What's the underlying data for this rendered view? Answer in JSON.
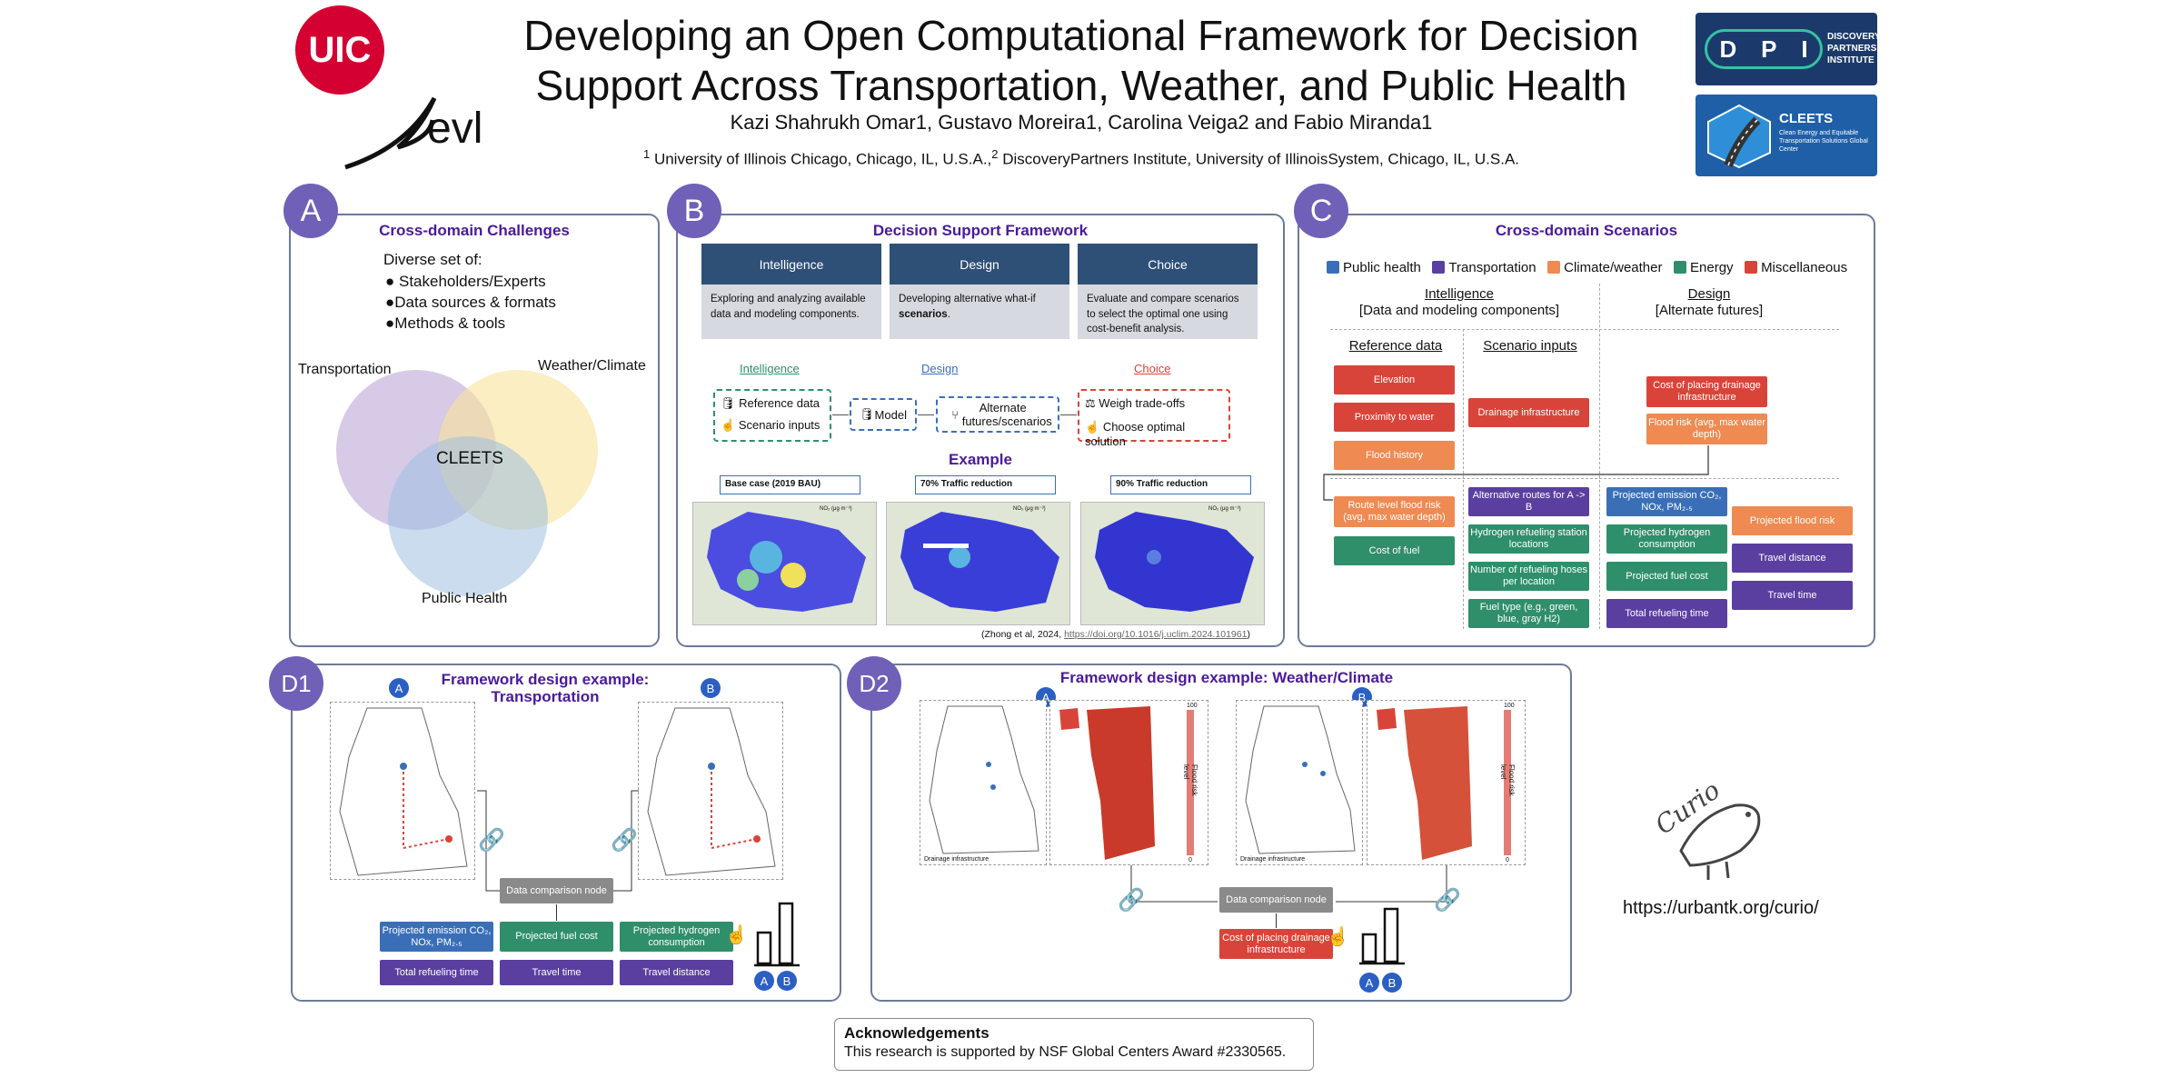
{
  "header": {
    "title_line1": "Developing an Open Computational Framework for Decision",
    "title_line2": "Support Across Transportation, Weather, and Public Health",
    "authors": "Kazi Shahrukh Omar1, Gustavo Moreira1, Carolina Veiga2 and Fabio Miranda1",
    "aff_sup1": "1",
    "aff1": "University of Illinois Chicago, Chicago, IL, U.S.A.,",
    "aff_sup2": "2",
    "aff2": "DiscoveryPartners Institute, University of IllinoisSystem, Chicago, IL, U.S.A."
  },
  "logos": {
    "uic": "UIC",
    "evl": "evl",
    "dpi_d": "D",
    "dpi_p": "P",
    "dpi_i": "I",
    "dpi_text": "DISCOVERY\nPARTNERS\nINSTITUTE",
    "cleets_title": "CLEETS",
    "cleets_sub": "Clean Energy and Equitable Transportation Solutions Global Center",
    "curio": "Curio",
    "curio_url": "https://urbantk.org/curio/"
  },
  "panel_a": {
    "badge": "A",
    "title": "Cross-domain Challenges",
    "intro": "Diverse set of:",
    "bullets": [
      "Stakeholders/Experts",
      "Data sources & formats",
      "Methods & tools"
    ],
    "venn": {
      "left": "Transportation",
      "right": "Weather/Climate",
      "bottom": "Public Health",
      "center": "CLEETS"
    }
  },
  "panel_b": {
    "badge": "B",
    "title": "Decision Support Framework",
    "cols": [
      {
        "head": "Intelligence",
        "desc": "Exploring and analyzing available data and modeling components."
      },
      {
        "head": "Design",
        "desc": "Developing alternative what-if ",
        "desc_bold": "scenarios",
        "desc_end": "."
      },
      {
        "head": "Choice",
        "desc": "Evaluate and compare scenarios to select the optimal one using cost-benefit analysis."
      }
    ],
    "flow_labels": {
      "intelligence": "Intelligence",
      "design": "Design",
      "choice": "Choice"
    },
    "flow": {
      "ref": "Reference data",
      "scen": "Scenario inputs",
      "model": "Model",
      "alt": "Alternate futures/scenarios",
      "weigh": "Weigh trade-offs",
      "choose": "Choose optimal solution"
    },
    "example": "Example",
    "maps": [
      "Base case (2019 BAU)",
      "70% Traffic reduction",
      "90% Traffic reduction"
    ],
    "legend_title": "NO₂ (μg m⁻³)",
    "citation": "(Zhong et al, 2024, ",
    "citation_link": "https://doi.org/10.1016/j.uclim.2024.101961",
    "citation_end": ")"
  },
  "panel_c": {
    "badge": "C",
    "title": "Cross-domain Scenarios",
    "legend": [
      {
        "label": "Public health",
        "color": "#3a6fb8"
      },
      {
        "label": "Transportation",
        "color": "#5a3fa0"
      },
      {
        "label": "Climate/weather",
        "color": "#ee8a52"
      },
      {
        "label": "Energy",
        "color": "#2f8f6a"
      },
      {
        "label": "Miscellaneous",
        "color": "#d9443a"
      }
    ],
    "intel_head": "Intelligence",
    "intel_sub": "[Data and modeling components]",
    "design_head": "Design",
    "design_sub": "[Alternate futures]",
    "ref_head": "Reference data",
    "scen_head": "Scenario inputs",
    "boxes": {
      "elevation": "Elevation",
      "prox": "Proximity to water",
      "flood_hist": "Flood history",
      "drainage": "Drainage infrastructure",
      "cost_drain": "Cost of placing drainage infrastructure",
      "flood_risk": "Flood risk (avg, max water depth)",
      "route_flood": "Route level flood risk (avg, max water depth)",
      "cost_fuel": "Cost of fuel",
      "alt_routes": "Alternative routes for A -> B",
      "h2_station": "Hydrogen refueling station locations",
      "hoses": "Number of refueling hoses per location",
      "fuel_type": "Fuel type (e.g., green, blue, gray H2)",
      "proj_emis": "Projected emission CO₂, NOx, PM₂.₅",
      "proj_h2": "Projected hydrogen consumption",
      "proj_fuel": "Projected fuel cost",
      "total_refuel": "Total refueling time",
      "proj_flood": "Projected flood risk",
      "travel_dist": "Travel distance",
      "travel_time": "Travel time"
    }
  },
  "panel_d1": {
    "badge": "D1",
    "title_l1": "Framework design example:",
    "title_l2": "Transportation",
    "marker_a": "A",
    "marker_b": "B",
    "node": "Data comparison node",
    "outputs": [
      "Projected emission CO₂, NOx, PM₂.₅",
      "Projected fuel cost",
      "Projected hydrogen consumption",
      "Total refueling time",
      "Travel time",
      "Travel distance"
    ]
  },
  "panel_d2": {
    "badge": "D2",
    "title": "Framework design example: Weather/Climate",
    "marker_a": "A",
    "marker_b": "B",
    "node": "Data comparison node",
    "output": "Cost of placing drainage infrastructure",
    "map_caption": "Drainage infrastructure",
    "scale_top": "100",
    "scale_bottom": "0",
    "scale_label": "Flood risk level"
  },
  "ack": {
    "title": "Acknowledgements",
    "text": "This research is supported by NSF Global Centers Award #2330565."
  }
}
